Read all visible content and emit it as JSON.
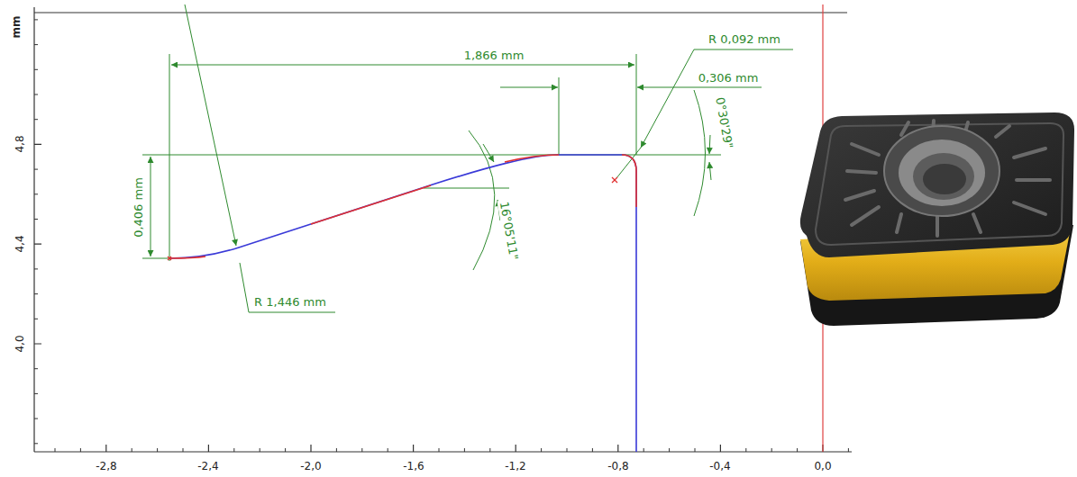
{
  "diagram": {
    "labels": [
      "mm",
      "4,8",
      "4,4",
      "4,0",
      "-2,8",
      "-2,4",
      "-2,0",
      "-1,6",
      "-1,2",
      "-0,8",
      "-0,4",
      "0,0",
      "1,866 mm",
      "R 0,092 mm",
      "0,306 mm",
      "0°30'29\"",
      "0,406 mm",
      "16°05'11\"",
      "R 1,446 mm"
    ]
  }
}
